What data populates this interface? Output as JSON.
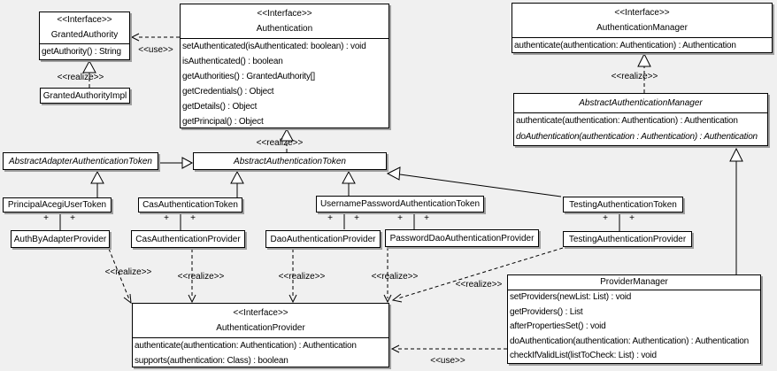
{
  "colors": {
    "background": "#f0f0f0",
    "box_fill": "#ffffff",
    "line": "#000000",
    "shadow": "#9f9f9f"
  },
  "stereotypes": {
    "interface": "<<Interface>>",
    "use": "<<use>>",
    "realize": "<<realize>>",
    "plus": "+"
  },
  "classes": {
    "grantedAuthority": {
      "stereotype": "<<Interface>>",
      "name": "GrantedAuthority",
      "methods": [
        "getAuthority() : String"
      ]
    },
    "grantedAuthorityImpl": {
      "name": "GrantedAuthorityImpl"
    },
    "authentication": {
      "stereotype": "<<Interface>>",
      "name": "Authentication",
      "methods": [
        "setAuthenticated(isAuthenticated: boolean) : void",
        "isAuthenticated() : boolean",
        "getAuthorities() : GrantedAuthority[]",
        "getCredentials() : Object",
        "getDetails() : Object",
        "getPrincipal() : Object"
      ]
    },
    "authenticationManager": {
      "stereotype": "<<Interface>>",
      "name": "AuthenticationManager",
      "methods": [
        "authenticate(authentication: Authentication) : Authentication"
      ]
    },
    "abstractAuthenticationManager": {
      "name": "AbstractAuthenticationManager",
      "methods": [
        "authenticate(authentication: Authentication) : Authentication",
        "doAuthentication(authentication : Authentication) : Authentication"
      ]
    },
    "abstractAdapterAuthenticationToken": {
      "name": "AbstractAdapterAuthenticationToken"
    },
    "abstractAuthenticationToken": {
      "name": "AbstractAuthenticationToken"
    },
    "principalAcegiUserToken": {
      "name": "PrincipalAcegiUserToken"
    },
    "casAuthenticationToken": {
      "name": "CasAuthenticationToken"
    },
    "usernamePasswordAuthenticationToken": {
      "name": "UsernamePasswordAuthenticationToken"
    },
    "testingAuthenticationToken": {
      "name": "TestingAuthenticationToken"
    },
    "authByAdapterProvider": {
      "name": "AuthByAdapterProvider"
    },
    "casAuthenticationProvider": {
      "name": "CasAuthenticationProvider"
    },
    "daoAuthenticationProvider": {
      "name": "DaoAuthenticationProvider"
    },
    "passwordDaoAuthenticationProvider": {
      "name": "PasswordDaoAuthenticationProvider"
    },
    "testingAuthenticationProvider": {
      "name": "TestingAuthenticationProvider"
    },
    "authenticationProvider": {
      "stereotype": "<<Interface>>",
      "name": "AuthenticationProvider",
      "methods": [
        "authenticate(authentication: Authentication) : Authentication",
        "supports(authentication: Class) : boolean"
      ]
    },
    "providerManager": {
      "name": "ProviderManager",
      "methods": [
        "setProviders(newList: List) : void",
        "getProviders() : List",
        "afterPropertiesSet() : void",
        "doAuthentication(authentication: Authentication) : Authentication",
        "checkIfValidList(listToCheck: List) : void"
      ]
    }
  }
}
